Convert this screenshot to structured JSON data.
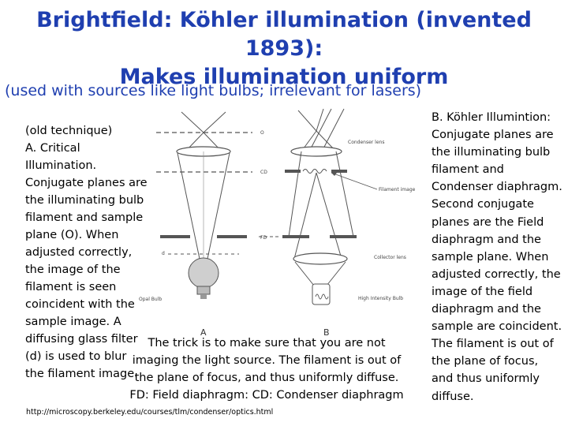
{
  "title_line1": "Brightfield: Köhler illumination (invented 1893):",
  "title_line2": "Makes illumination uniform",
  "subtitle": "(used with sources like light bulbs; irrelevant for lasers)",
  "left_text": [
    "(old technique)",
    "A. Critical",
    "Illumination.",
    "Conjugate planes are",
    "the illuminating bulb",
    "filament and sample",
    "plane (O). When",
    "adjusted correctly,",
    "the image of the",
    "filament is seen",
    "coincident with the",
    "sample image. A",
    "diffusing glass filter",
    "(d) is used to blur",
    "the filament image."
  ],
  "right_text": [
    "B. Köhler Illumintion:",
    "Conjugate planes are",
    "the illuminating bulb",
    "filament and",
    "Condenser diaphragm.",
    "Second conjugate",
    "planes are the Field",
    "diaphragm and the",
    "sample plane. When",
    "adjusted correctly, the",
    "image of the field",
    "diaphragm and the",
    "sample are coincident.",
    "The filament is out of",
    "the plane of focus,",
    "and thus uniformly",
    "diffuse."
  ],
  "caption_lines": [
    "The trick is to make sure that you are not",
    "imaging the light source. The filament is out of",
    "the plane of focus, and thus uniformly diffuse.",
    "FD: Field diaphragm: CD: Condenser diaphragm"
  ],
  "url": "http://microscopy.berkeley.edu/courses/tlm/condenser/optics.html",
  "diagram": {
    "label_o": "O",
    "label_cd": "CD",
    "label_fd": "FD",
    "label_d": "d",
    "label_condenser": "Condenser lens",
    "label_filament": "Filament image",
    "label_collector": "Collector lens",
    "label_opal": "Opal Bulb",
    "label_hi": "High Intensity Bulb",
    "label_a": "A",
    "label_b": "B"
  }
}
